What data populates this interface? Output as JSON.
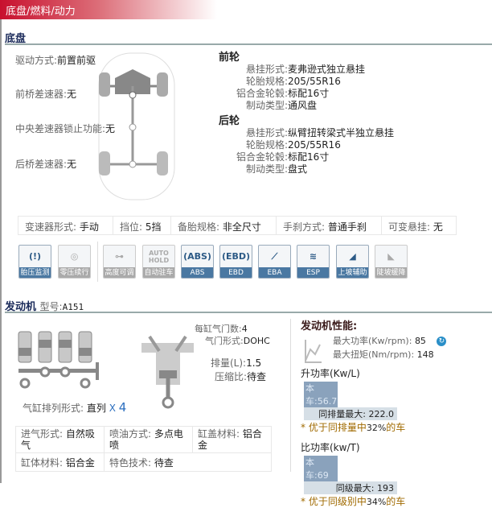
{
  "header": {
    "title": "底盘/燃料/动力"
  },
  "chassis": {
    "title": "底盘",
    "diagram": [
      {
        "label": "驱动方式:",
        "value": "前置前驱"
      },
      {
        "label": "前桥差速器:",
        "value": "无"
      },
      {
        "label": "中央差速器锁止功能:",
        "value": "无"
      },
      {
        "label": "后桥差速器:",
        "value": "无"
      }
    ],
    "front": {
      "title": "前轮",
      "rows": [
        {
          "label": "悬挂形式:",
          "value": "麦弗逊式独立悬挂"
        },
        {
          "label": "轮胎规格:",
          "value": "205/55R16"
        },
        {
          "label": "铝合金轮毂:",
          "value": "标配16寸"
        },
        {
          "label": "制动类型:",
          "value": "通风盘"
        }
      ]
    },
    "rear": {
      "title": "后轮",
      "rows": [
        {
          "label": "悬挂形式:",
          "value": "纵臂扭转梁式半独立悬挂"
        },
        {
          "label": "轮胎规格:",
          "value": "205/55R16"
        },
        {
          "label": "铝合金轮毂:",
          "value": "标配16寸"
        },
        {
          "label": "制动类型:",
          "value": "盘式"
        }
      ]
    },
    "table": [
      {
        "label": "变速器形式:",
        "value": "手动"
      },
      {
        "label": "挡位:",
        "value": "5挡"
      },
      {
        "label": "备胎规格:",
        "value": "非全尺寸"
      },
      {
        "label": "手刹方式:",
        "value": "普通手刹"
      },
      {
        "label": "可变悬挂:",
        "value": "无"
      }
    ],
    "features": [
      {
        "label": "胎压监测",
        "icon": "(!)",
        "on": true
      },
      {
        "label": "零压续行",
        "icon": "◎",
        "on": false
      },
      {
        "label": "高度可调",
        "icon": "⊶",
        "on": false
      },
      {
        "label": "自动驻车",
        "icon": "AUTO HOLD",
        "on": false
      },
      {
        "label": "ABS",
        "icon": "(ABS)",
        "on": true
      },
      {
        "label": "EBD",
        "icon": "(EBD)",
        "on": true
      },
      {
        "label": "EBA",
        "icon": "⟋",
        "on": true
      },
      {
        "label": "ESP",
        "icon": "≋",
        "on": true
      },
      {
        "label": "上坡辅助",
        "icon": "◢",
        "on": true
      },
      {
        "label": "陡坡缓降",
        "icon": "◣",
        "on": false
      }
    ]
  },
  "engine": {
    "title": "发动机",
    "model_label": "型号:",
    "model": "A151",
    "valves_label": "每缸气门数:",
    "valves": "4",
    "valve_type_label": "气门形式:",
    "valve_type": "DOHC",
    "displacement_label": "排量(L):",
    "displacement": "1.5",
    "compression_label": "压缩比:",
    "compression": "待查",
    "layout_label": "气缸排列形式:",
    "layout": "直列",
    "cyl_x": "X",
    "cyl_n": "4",
    "table": [
      {
        "label": "进气形式:",
        "value": "自然吸气"
      },
      {
        "label": "喷油方式:",
        "value": "多点电喷"
      },
      {
        "label": "缸盖材料:",
        "value": "铝合金"
      },
      {
        "label": "缸体材料:",
        "value": "铝合金"
      },
      {
        "label": "特色技术:",
        "value": "待查"
      }
    ]
  },
  "performance": {
    "title": "发动机性能:",
    "power_label": "最大功率(Kw/rpm):",
    "power": "85",
    "torque_label": "最大扭矩(Nm/rpm):",
    "torque": "148",
    "specific": {
      "title": "升功率(Kw/L)",
      "this_label": "本车:",
      "this": "56.7",
      "max_label": "同排量最大:",
      "max": "222.0",
      "note_a": "* 优于同排量中",
      "pct": "32%",
      "note_b": "的车"
    },
    "ratio": {
      "title": "比功率(kw/T)",
      "this_label": "本车:",
      "this": "69",
      "max_label": "同级最大:",
      "max": "193",
      "note_a": "* 优于同级别中",
      "pct": "34%",
      "note_b": "的车"
    }
  }
}
